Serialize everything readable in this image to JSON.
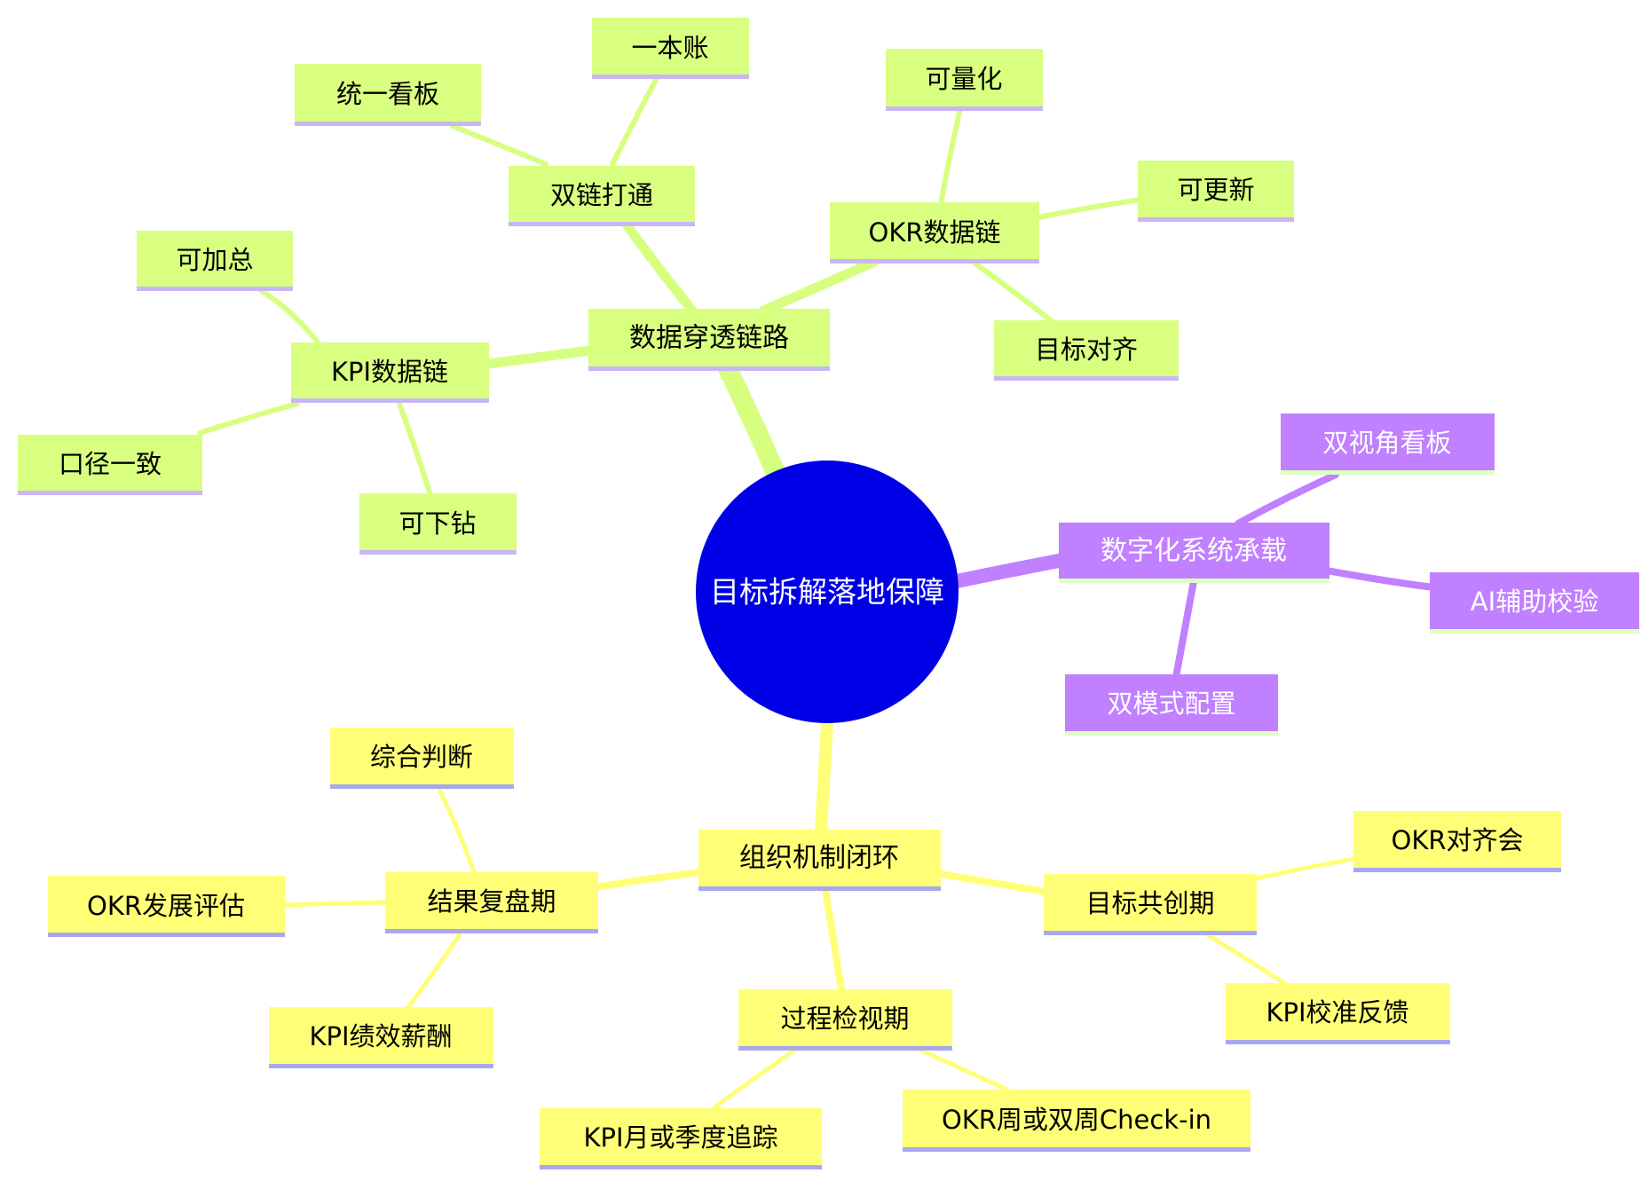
{
  "colors": {
    "root": "#0000e6",
    "root_text": "#ffffff",
    "green": "#d9ff80",
    "green_edge": "#d6ff80",
    "green_underline": "#c9b6f5",
    "yellow": "#ffff77",
    "yellow_edge": "#ffff77",
    "yellow_underline": "#a8a8f0",
    "purple": "#c080ff",
    "purple_edge": "#c080ff",
    "purple_underline": "#ddffc0",
    "text_dark": "#000000",
    "text_light": "#ffffff"
  },
  "mindmap": {
    "root": "目标拆解落地保障",
    "data_chain": {
      "label": "数据穿透链路",
      "dual_chain": {
        "label": "双链打通",
        "board": "统一看板",
        "ledger": "一本账"
      },
      "okr_chain": {
        "label": "OKR数据链",
        "quantifiable": "可量化",
        "updatable": "可更新",
        "alignment": "目标对齐"
      },
      "kpi_chain": {
        "label": "KPI数据链",
        "aggregatable": "可加总",
        "consistent": "口径一致",
        "drilldown": "可下钻"
      }
    },
    "digital": {
      "label": "数字化系统承载",
      "dual_view": "双视角看板",
      "ai_check": "AI辅助校验",
      "dual_mode": "双模式配置"
    },
    "org": {
      "label": "组织机制闭环",
      "review": {
        "label": "结果复盘期",
        "judgement": "综合判断",
        "okr_eval": "OKR发展评估",
        "kpi_pay": "KPI绩效薪酬"
      },
      "cocreate": {
        "label": "目标共创期",
        "okr_meeting": "OKR对齐会",
        "kpi_feedback": "KPI校准反馈"
      },
      "process": {
        "label": "过程检视期",
        "kpi_track": "KPI月或季度追踪",
        "okr_checkin": "OKR周或双周Check-in"
      }
    }
  }
}
